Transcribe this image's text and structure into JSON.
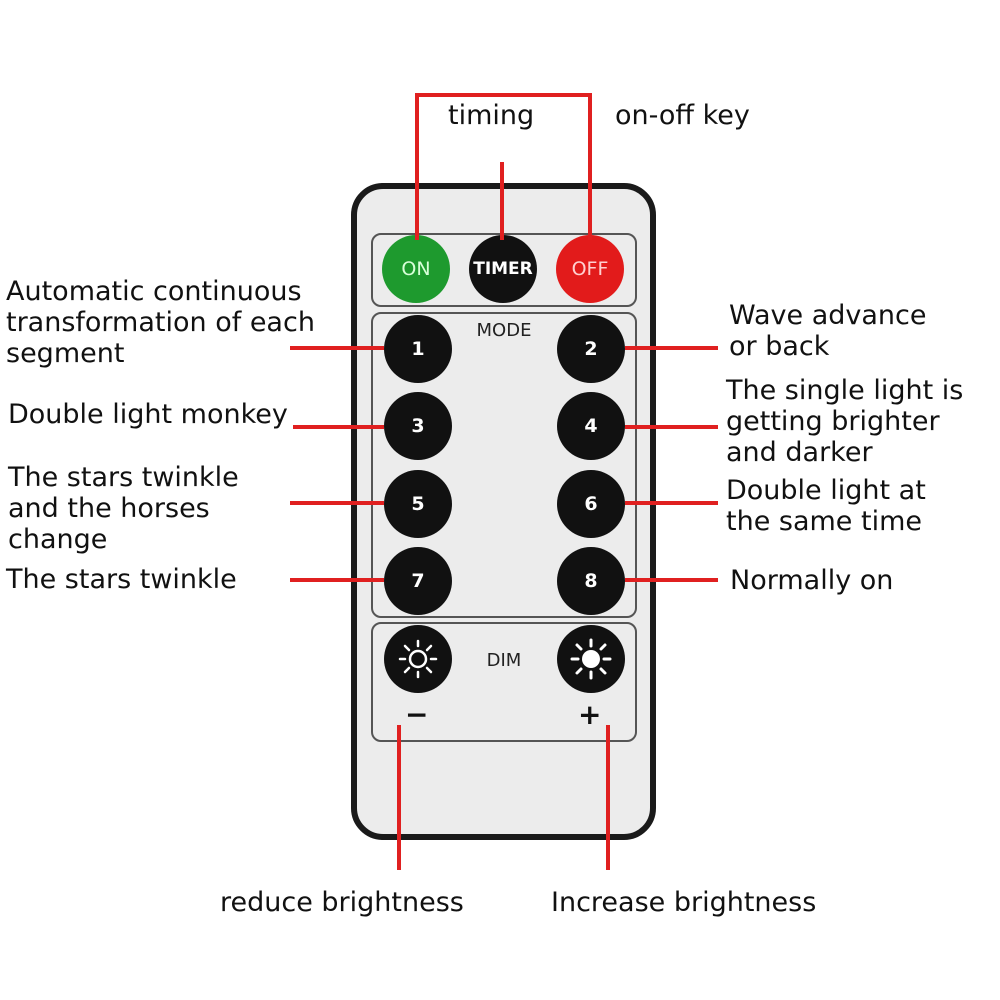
{
  "top_labels": {
    "timing": "timing",
    "on_off_key": "on-off key"
  },
  "remote": {
    "power_buttons": {
      "on": "ON",
      "timer": "TIMER",
      "off": "OFF"
    },
    "mode_label": "MODE",
    "mode_buttons": [
      "1",
      "2",
      "3",
      "4",
      "5",
      "6",
      "7",
      "8"
    ],
    "dim_label": "DIM",
    "dim_minus": "−",
    "dim_plus": "+"
  },
  "left_labels": [
    "Automatic continuous\ntransformation of each\n segment",
    "Double light monkey",
    "The stars twinkle\nand the horses\nchange",
    "The stars twinkle"
  ],
  "right_labels": [
    "Wave advance\nor back",
    "The single light is\ngetting brighter\nand darker",
    "Double light at\nthe same time",
    "Normally on"
  ],
  "bottom_labels": {
    "reduce": "reduce brightness",
    "increase": "Increase brightness"
  },
  "colors": {
    "line_red": "#e02020",
    "on_green": "#1e9a2e",
    "off_red": "#e21b1b",
    "button_black": "#111111"
  }
}
